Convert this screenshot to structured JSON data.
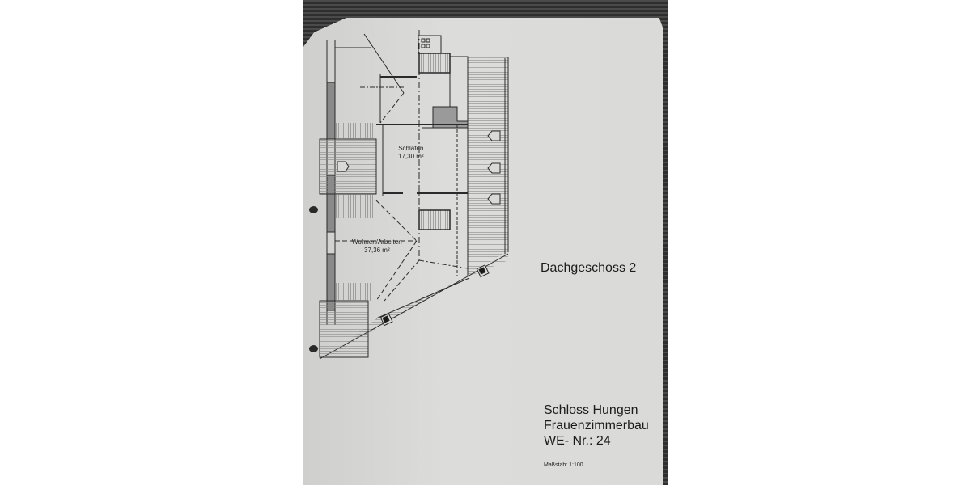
{
  "document": {
    "type": "floor-plan-sheet",
    "floor_title": "Dachgeschoss 2",
    "rooms": [
      {
        "name": "Schlafen",
        "area": "17,30 m²"
      },
      {
        "name": "Wohnen/Arbeiten",
        "area": "37,36 m²"
      }
    ],
    "title_block": {
      "line1": "Schloss Hungen",
      "line2": "Frauenzimmerbau",
      "line3": "WE- Nr.: 24"
    },
    "scale": "Maßstab: 1:100"
  },
  "colors": {
    "paper": "#d9d9d7",
    "background_fabric": "#3a3a3a",
    "page_margin": "#ffffff",
    "ink": "#1c1c1c",
    "wall_fill": "#8a8a8a"
  }
}
